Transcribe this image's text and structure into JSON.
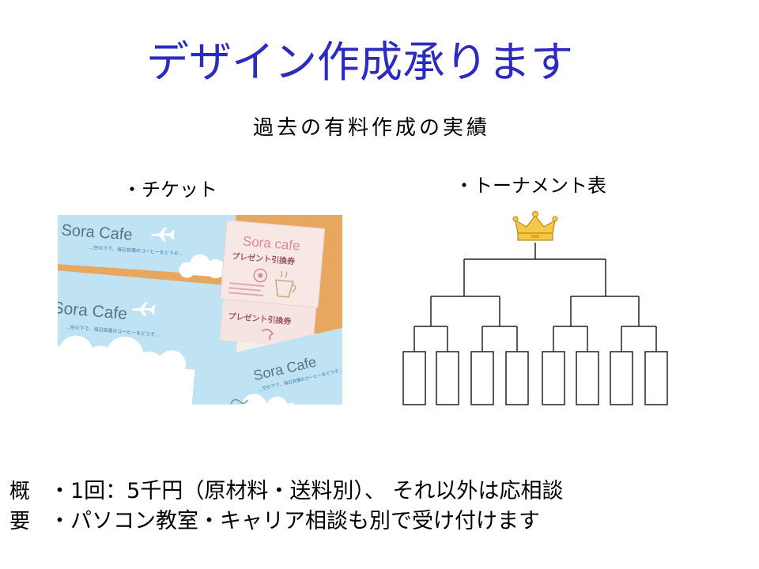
{
  "slide": {
    "title": "デザイン作成承ります",
    "subtitle": "過去の有料作成の実績",
    "title_color": "#2B2BBF"
  },
  "examples": [
    {
      "label": "・チケット"
    },
    {
      "label": "・トーナメント表"
    }
  ],
  "ticket_photo": {
    "ticket_brand": "Sora Cafe",
    "coupon_brand": "Sora cafe",
    "coupon_title": "プレゼント引換券",
    "tagline": "…空の下で、海辺自慢のコーヒーをどうぞ…",
    "icons": [
      "airplane-icon",
      "cloud-icon",
      "coffee-cup-icon"
    ]
  },
  "bracket": {
    "winner_icon": "crown-icon"
  },
  "summary": {
    "heading": "概要",
    "items": [
      "・1回：5千円（原材料・送料別）、 それ以外は応相談",
      "・パソコン教室・キャリア相談も別で受け付けます"
    ]
  }
}
